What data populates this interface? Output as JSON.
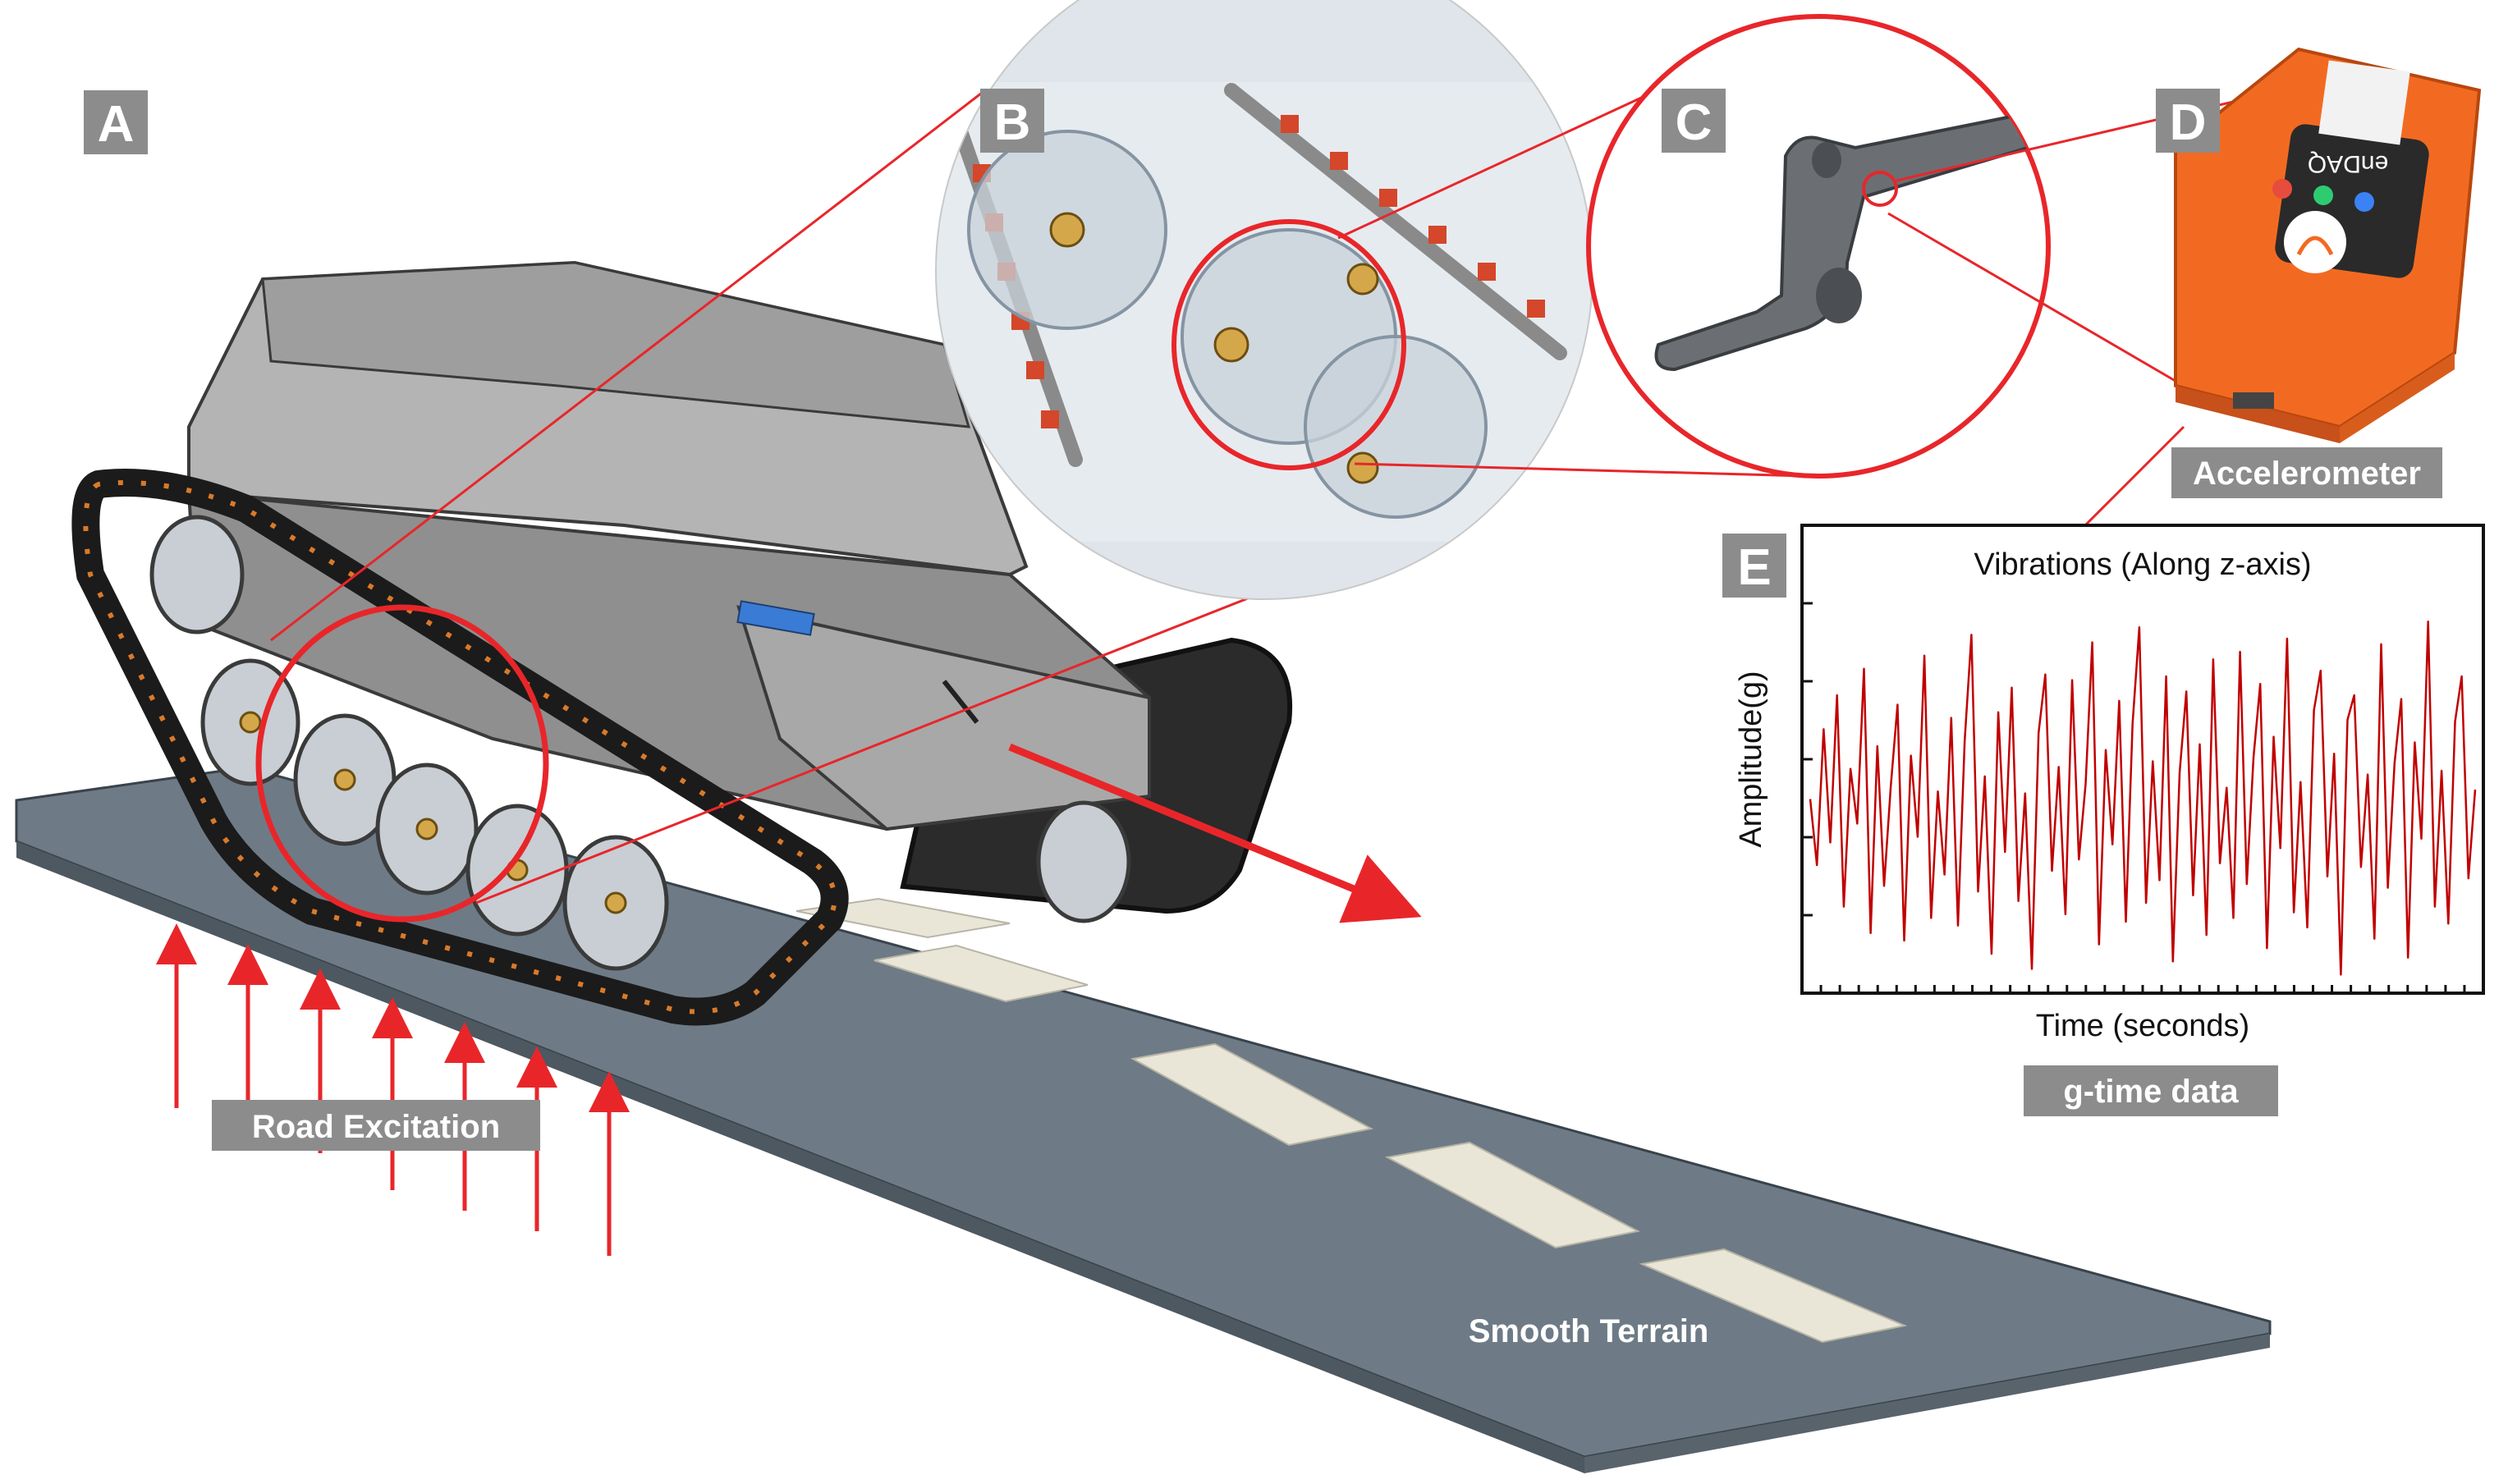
{
  "panels": {
    "a": "A",
    "b": "B",
    "c": "C",
    "d": "D",
    "e": "E"
  },
  "labels": {
    "road_excitation": "Road Excitation",
    "smooth_terrain": "Smooth Terrain",
    "accelerometer": "Accelerometer",
    "g_time_data": "g-time data",
    "device_brand": "enDAQ"
  },
  "colors": {
    "annotation": "#e8262a",
    "signal": "#c00000",
    "road": "#6e7b86",
    "label_bg": "#8c8c8c",
    "device": "#f26a21"
  },
  "chart_data": {
    "type": "line",
    "title": "Vibrations (Along z-axis)",
    "xlabel": "Time (seconds)",
    "ylabel": "Amplitude(g)",
    "series": [
      {
        "values": [
          0.05,
          -0.3,
          0.42,
          -0.18,
          0.6,
          -0.52,
          0.21,
          -0.08,
          0.74,
          -0.66,
          0.33,
          -0.41,
          0.12,
          0.55,
          -0.7,
          0.28,
          -0.15,
          0.81,
          -0.58,
          0.09,
          -0.35,
          0.48,
          -0.62,
          0.36,
          0.92,
          -0.44,
          0.17,
          -0.77,
          0.51,
          -0.23,
          0.64,
          -0.49,
          0.08,
          -0.85,
          0.4,
          0.71,
          -0.33,
          0.22,
          -0.56,
          0.68,
          -0.27,
          0.13,
          0.88,
          -0.72,
          0.31,
          -0.19,
          0.57,
          -0.6,
          0.45,
          0.96,
          -0.5,
          0.25,
          -0.38,
          0.7,
          -0.81,
          0.19,
          0.62,
          -0.46,
          0.34,
          -0.67,
          0.79,
          -0.29,
          0.11,
          -0.58,
          0.83,
          -0.4,
          0.27,
          0.66,
          -0.74,
          0.38,
          -0.21,
          0.9,
          -0.55,
          0.14,
          -0.63,
          0.52,
          0.73,
          -0.36,
          0.29,
          -0.88,
          0.47,
          0.6,
          -0.31,
          0.18,
          -0.69,
          0.87,
          -0.42,
          0.24,
          0.58,
          -0.79,
          0.35,
          -0.16,
          0.99,
          -0.52,
          0.2,
          -0.61,
          0.46,
          0.7,
          -0.37,
          0.1
        ]
      }
    ]
  }
}
